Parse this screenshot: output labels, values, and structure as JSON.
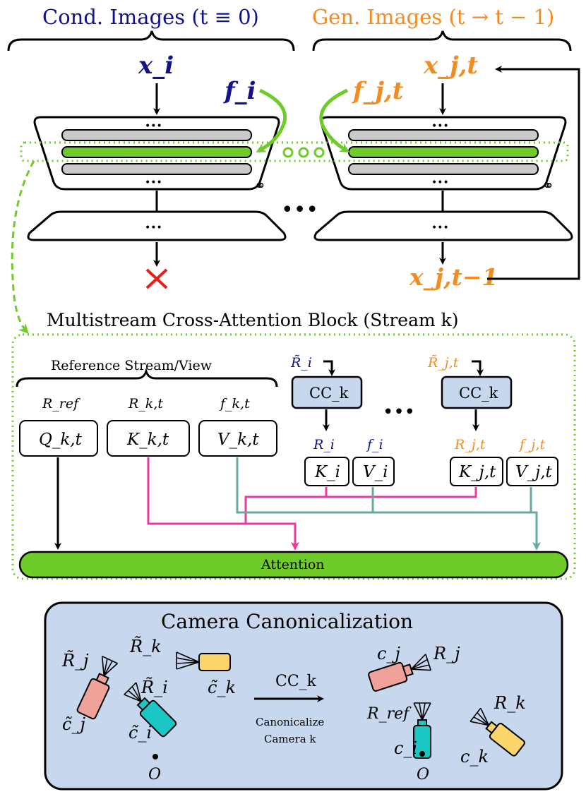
{
  "colors": {
    "cond_blue": "#12128a",
    "gen_orange": "#f28c1e",
    "green": "#6ecb28",
    "green_fill": "#6ecb28",
    "pink": "#ee3a9c",
    "teal": "#67a9a0",
    "light_blue": "#c7d7ee",
    "red_x": "#e3201b"
  },
  "top": {
    "cond_title": "Cond. Images (t ≡ 0)",
    "gen_title": "Gen. Images (t → t − 1)",
    "x_i": "x_i",
    "f_i": "f_i",
    "f_jt": "f_j,t",
    "x_jt": "x_j,t",
    "x_jt1": "x_j,t−1",
    "ellipsis_mid": "•••",
    "ellipsis_row": "• • •"
  },
  "block": {
    "title": "Multistream Cross-Attention Block (Stream k)",
    "reference_label": "Reference Stream/View",
    "r_ref": "R_ref",
    "r_kt": "R_k,t",
    "f_kt": "f_k,t",
    "q_box": "Q_k,t",
    "k_box": "K_k,t",
    "v_box": "V_k,t",
    "r_tilde_i": "R̃_i",
    "r_tilde_jt": "R̃_j,t",
    "cc_label": "CC_k",
    "r_i": "R_i",
    "f_i_small": "f_i",
    "r_jt": "R_j,t",
    "f_jt_small": "f_j,t",
    "ki_box": "K_i",
    "vi_box": "V_i",
    "kjt_box": "K_j,t",
    "vjt_box": "V_j,t",
    "attention": "Attention"
  },
  "canon": {
    "title": "Camera Canonicalization",
    "r_tilde_j": "R̃_j",
    "r_tilde_k": "R̃_k",
    "r_tilde_i": "R̃_i",
    "c_tilde_j": "c̃_j",
    "c_tilde_k": "c̃_k",
    "c_tilde_i": "c̃_i",
    "origin": "O",
    "cc_arrow_label": "CC_k",
    "canonicalize_line1": "Canonicalize",
    "canonicalize_line2": "Camera k",
    "c_j": "c_j",
    "r_j": "R_j",
    "r_ref": "R_ref",
    "c_i": "c_i",
    "c_k": "c_k",
    "r_k": "R_k",
    "origin2": "O"
  }
}
